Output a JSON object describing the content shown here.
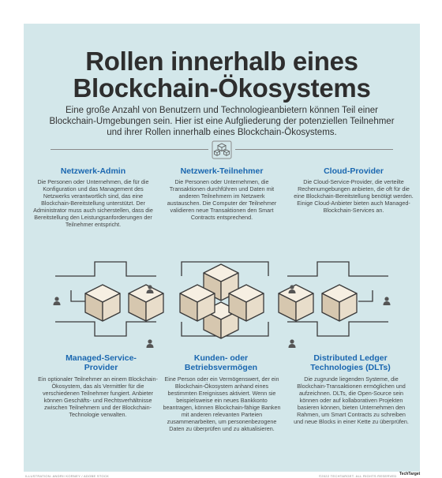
{
  "title_line1": "Rollen innerhalb eines",
  "title_line2": "Blockchain-Ökosystems",
  "intro": "Eine große Anzahl von Benutzern und Technologieanbietern können Teil einer Blockchain-Umgebungen sein. Hier ist eine Aufgliederung der potenziellen Teilnehmer und ihrer Rollen innerhalb eines Blockchain-Ökosystems.",
  "sections": [
    {
      "title": "Netzwerk-Admin",
      "body": "Die Personen oder Unternehmen, die für die Konfiguration und das Management des Netzwerks verantwortlich sind, das eine Blockchain-Bereitstellung unterstützt. Der Administrator muss auch sicherstellen, dass die Bereitstellung den Leistungsanforderungen der Teilnehmer entspricht."
    },
    {
      "title": "Netzwerk-Teilnehmer",
      "body": "Die Personen oder Unternehmen, die Transaktionen durchführen und Daten mit anderen Teilnehmern im Netzwerk austauschen. Die Computer der Teilnehmer validieren neue Transaktionen den Smart Contracts entsprechend."
    },
    {
      "title": "Cloud-Provider",
      "body": "Die Cloud-Service-Provider, die verteilte Rechenumgebungen anbieten, die oft für die eine Blockchain-Bereitstellung benötigt werden. Einige Cloud-Anbieter bieten auch Managed-Blockchain-Services an."
    },
    {
      "title": "Managed-Service-Provider",
      "body": "Ein optionaler Teilnehmer an einem Blockchain-Ökosystem, das als Vermittler für die verschiedenen Teilnehmer fungiert. Anbieter können Geschäfts- und Rechtsverhältnisse zwischen Teilnehmern und der Blockchain-Technologie verwalten."
    },
    {
      "title": "Kunden- oder Betriebsvermögen",
      "body": "Eine Person oder ein Vermögenswert, der ein Blockchain-Ökosystem anhand eines bestimmten Ereignisses aktiviert. Wenn sie beispielsweise ein neues Bankkonto beantragen, können Blockchain-fähige Banken mit anderen relevanten Parteien zusammenarbeiten, um personenbezogene Daten zu überprüfen und zu aktualisieren."
    },
    {
      "title": "Distributed Ledger Technologies (DLTs)",
      "body": "Die zugrunde liegenden Systeme, die Blockchain-Transaktionen ermöglichen und aufzeichnen. DLTs, die Open-Source sein können oder auf kollaborativen Projekten basieren können, bieten Unternehmen den Rahmen, um Smart Contracts zu schreiben und neue Blocks in einer Kette zu überprüfen."
    }
  ],
  "footer_left": "ILLUSTRATION: ANDRII KORNEY / ADOBE STOCK",
  "footer_right": "©2022 TECHTARGET. ALL RIGHTS RESERVED",
  "brand": "TechTarget",
  "colors": {
    "background": "#d3e7ea",
    "accent": "#1a67b0",
    "cube_top": "#f6efe2",
    "cube_left": "#d6c7af",
    "cube_right": "#e8ddca"
  }
}
